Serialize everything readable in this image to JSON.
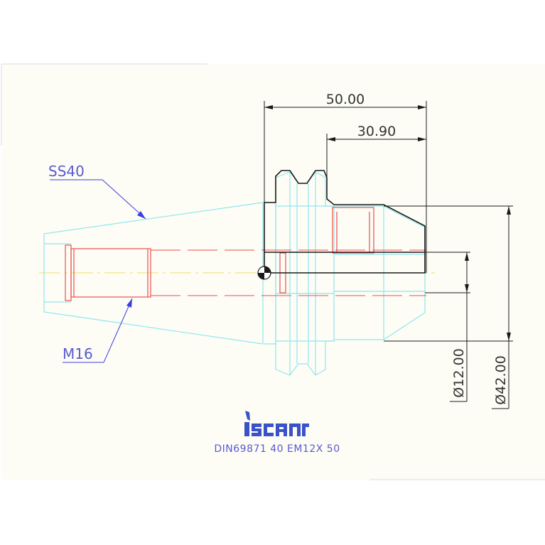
{
  "dimensions": {
    "length_overall": "50.00",
    "length_partial": "30.90",
    "diameter_bore": "Ø12.00",
    "diameter_body": "Ø42.00"
  },
  "callouts": {
    "taper": "SS40",
    "thread": "M16"
  },
  "branding": {
    "logo_text": "iscar",
    "designation": "DIN69871 40 EM12X 50"
  },
  "colors": {
    "background": "#fdfdf6",
    "outline_cyan": "#8fe6ee",
    "hidden_red": "#ee4c4c",
    "dimension_dark": "#1a1a1a",
    "callout_blue": "#3b3be0",
    "centerline_yellow": "#f0e060"
  }
}
